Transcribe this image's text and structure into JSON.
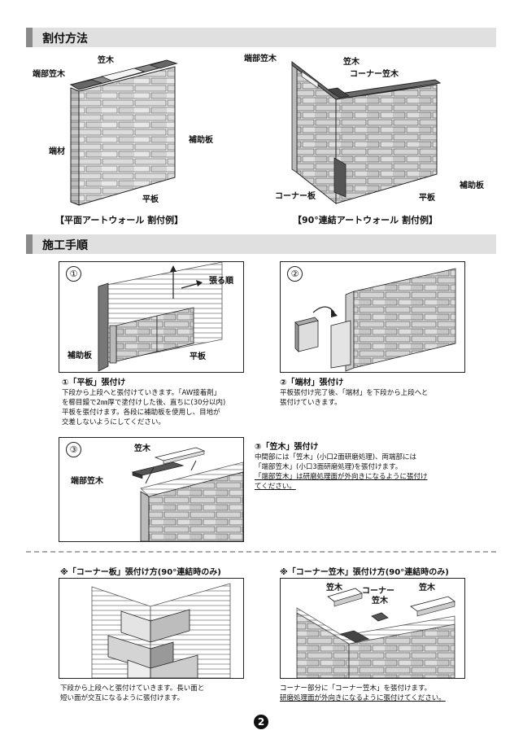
{
  "section1": {
    "title": "割付方法",
    "fig1": {
      "label_kasagi": "笠木",
      "label_tanbu_kasagi": "端部笠木",
      "label_tanzai": "端材",
      "label_hojoban": "補助板",
      "label_hiraban": "平板",
      "caption": "【平面アートウォール 割付例】"
    },
    "fig2": {
      "label_tanbu_kasagi": "端部笠木",
      "label_kasagi": "笠木",
      "label_corner_kasagi": "コーナー笠木",
      "label_hojoban": "補助板",
      "label_corner_ban": "コーナー板",
      "label_hiraban": "平板",
      "caption": "【90°連結アートウォール 割付例】"
    }
  },
  "section2": {
    "title": "施工手順",
    "step1": {
      "number": "①",
      "label_order": "張る順",
      "label_hojoban": "補助板",
      "label_hiraban": "平板",
      "title": "①「平板」張付け",
      "lines": [
        "下段から上段へと張付けていきます。「AW接着剤」",
        "を櫛目鏝で2㎜厚で塗付けした後、直ちに(30分以内)",
        "平板を張付けます。各段に補助板を使用し、目地が",
        "交差しないようにしてください。"
      ]
    },
    "step2": {
      "number": "②",
      "title": "②「端材」張付け",
      "lines": [
        "平板張付け完了後、「端材」を下段から上段へと",
        "張付けていきます。"
      ]
    },
    "step3": {
      "number": "③",
      "label_kasagi": "笠木",
      "label_tanbu_kasagi": "端部笠木",
      "title": "③「笠木」張付け",
      "lines": [
        "中間部には「笠木」(小口2面研磨処理)、両端部には",
        "「端部笠木」(小口3面研磨処理)を張付けます。"
      ],
      "underline_lines": [
        "「端部笠木」は研磨処理面が外向きになるように張付け",
        "てください。"
      ]
    }
  },
  "corner_panel": {
    "title": "※「コーナー板」張付け方(90°連結時のみ)",
    "lines": [
      "下段から上段へと張付けていきます。長い面と",
      "短い面が交互になるように張付けます。"
    ]
  },
  "corner_kasagi": {
    "title": "※「コーナー笠木」張付け方(90°連結時のみ)",
    "label_kasagi_left": "笠木",
    "label_corner_kasagi_1": "コーナー",
    "label_corner_kasagi_2": "笠木",
    "label_kasagi_right": "笠木",
    "lines": [
      "コーナー部分に「コーナー笠木」を張付けます。"
    ],
    "underline_lines": [
      "研磨処理面が外向きになるように張付けてください。"
    ]
  },
  "page_number": "2"
}
